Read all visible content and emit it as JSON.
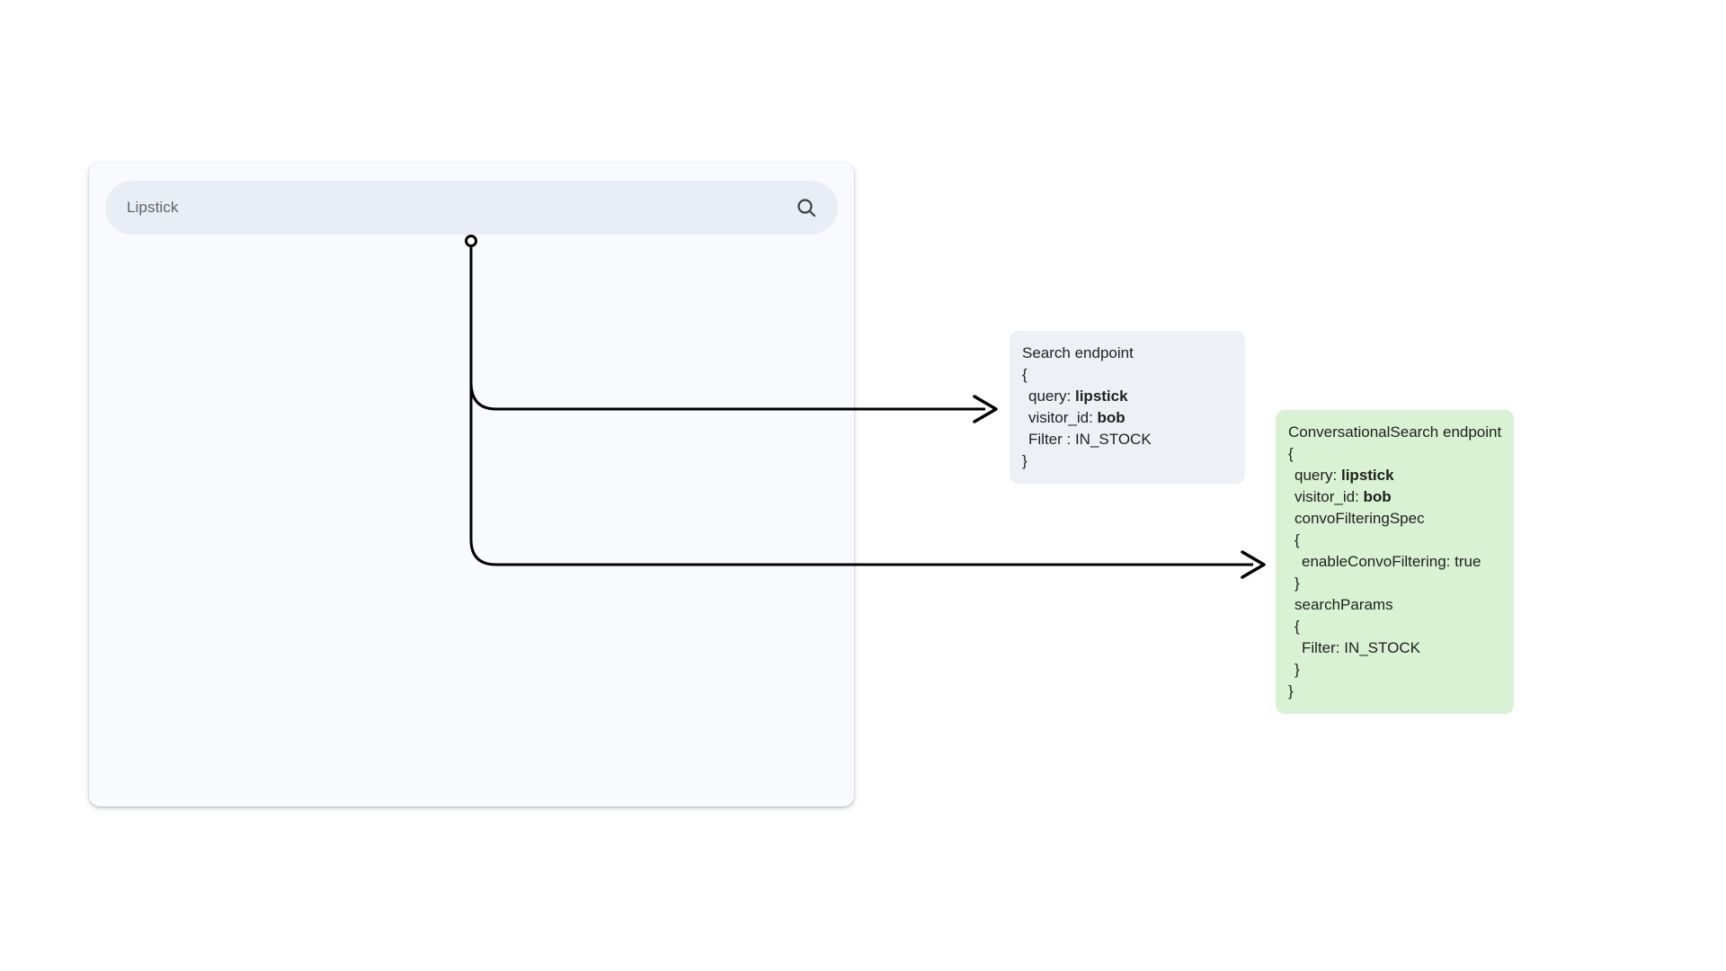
{
  "search_panel": {
    "input_value": "Lipstick",
    "icon": "search-icon"
  },
  "search_endpoint_box": {
    "title": "Search endpoint",
    "lines": [
      {
        "indent": 0,
        "parts": [
          {
            "t": "{"
          }
        ]
      },
      {
        "indent": 1,
        "parts": [
          {
            "t": "query: "
          },
          {
            "t": "lipstick",
            "b": true
          }
        ]
      },
      {
        "indent": 1,
        "parts": [
          {
            "t": "visitor_id: "
          },
          {
            "t": "bob",
            "b": true
          }
        ]
      },
      {
        "indent": 1,
        "parts": [
          {
            "t": "Filter : IN_STOCK"
          }
        ]
      },
      {
        "indent": 0,
        "parts": [
          {
            "t": "}"
          }
        ]
      }
    ]
  },
  "conversational_search_box": {
    "title": "ConversationalSearch endpoint",
    "lines": [
      {
        "indent": 0,
        "parts": [
          {
            "t": "{"
          }
        ]
      },
      {
        "indent": 1,
        "parts": [
          {
            "t": "query: "
          },
          {
            "t": "lipstick",
            "b": true
          }
        ]
      },
      {
        "indent": 1,
        "parts": [
          {
            "t": "visitor_id: "
          },
          {
            "t": "bob",
            "b": true
          }
        ]
      },
      {
        "indent": 1,
        "parts": [
          {
            "t": "convoFilteringSpec"
          }
        ]
      },
      {
        "indent": 1,
        "parts": [
          {
            "t": "{"
          }
        ]
      },
      {
        "indent": 2,
        "parts": [
          {
            "t": "enableConvoFiltering: true"
          }
        ]
      },
      {
        "indent": 1,
        "parts": [
          {
            "t": "}"
          }
        ]
      },
      {
        "indent": 1,
        "parts": [
          {
            "t": "searchParams"
          }
        ]
      },
      {
        "indent": 1,
        "parts": [
          {
            "t": "{"
          }
        ]
      },
      {
        "indent": 2,
        "parts": [
          {
            "t": "Filter: IN_STOCK"
          }
        ]
      },
      {
        "indent": 1,
        "parts": [
          {
            "t": "}"
          }
        ]
      },
      {
        "indent": 0,
        "parts": [
          {
            "t": "}"
          }
        ]
      }
    ]
  },
  "colors": {
    "panel_bg": "#f8fafd",
    "pill_bg": "#e9eef6",
    "query_text": "#5f6368",
    "gray_box_bg": "#edf1f6",
    "green_box_bg": "#d9f2d3",
    "arrow_color": "#000000"
  }
}
